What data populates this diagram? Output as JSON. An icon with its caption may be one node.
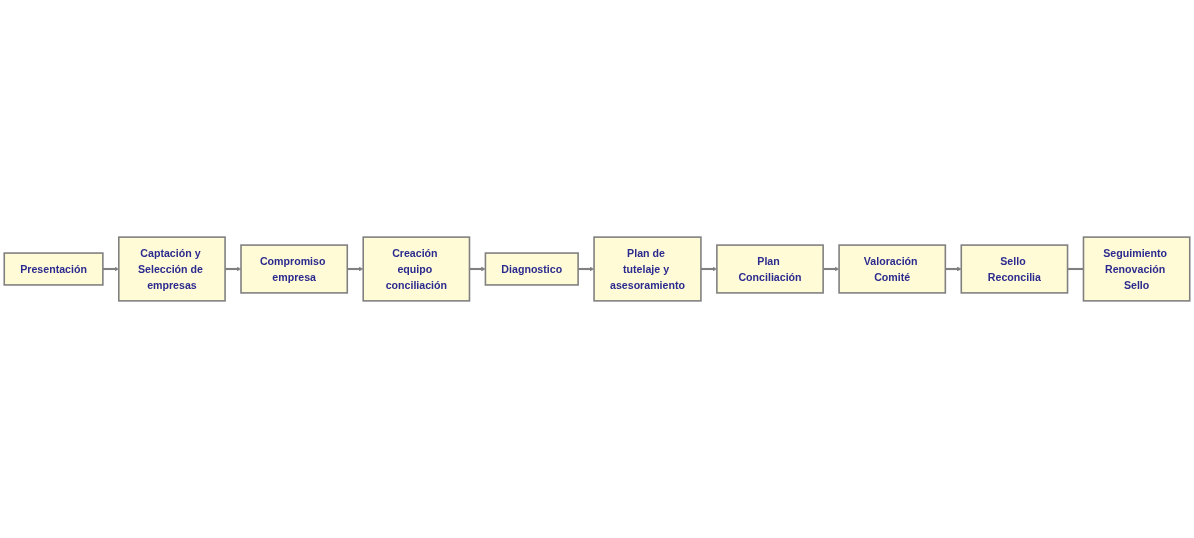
{
  "diagram": {
    "nodes": [
      {
        "text": [
          "Presentación"
        ]
      },
      {
        "text": [
          "Captación y Selección de empresas"
        ]
      },
      {
        "text": [
          "Compromiso empresa"
        ]
      },
      {
        "text": [
          "Creación equipo conciliación"
        ]
      },
      {
        "text": [
          "Diagnostico"
        ]
      },
      {
        "text": [
          "Plan de tutelaje y asesoramiento"
        ]
      },
      {
        "text": [
          "Plan Conciliación"
        ]
      },
      {
        "text": [
          "Valoración Comité"
        ]
      },
      {
        "text": [
          "Sello Reconcilia"
        ]
      },
      {
        "text": [
          "Seguimiento Renovación Sello"
        ]
      }
    ],
    "edges": [
      {
        "from": 0,
        "to": 1,
        "arrow": "to"
      },
      {
        "from": 1,
        "to": 2,
        "arrow": "to"
      },
      {
        "from": 2,
        "to": 3,
        "arrow": "to"
      },
      {
        "from": 3,
        "to": 4,
        "arrow": "to"
      },
      {
        "from": 4,
        "to": 5,
        "arrow": "to"
      },
      {
        "from": 5,
        "to": 6,
        "arrow": "to"
      },
      {
        "from": 6,
        "to": 7,
        "arrow": "to"
      },
      {
        "from": 7,
        "to": 8,
        "arrow": "to"
      },
      {
        "from": 8,
        "to": 9,
        "arrow": "none"
      }
    ]
  }
}
